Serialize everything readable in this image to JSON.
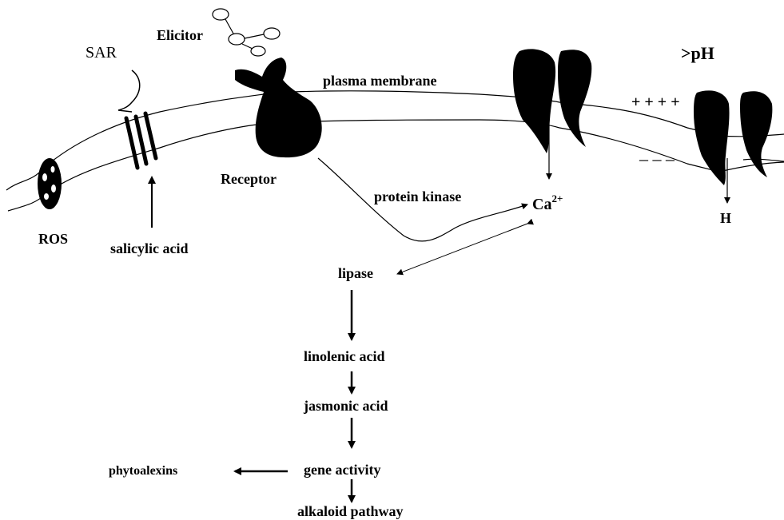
{
  "labels": {
    "elicitor": "Elicitor",
    "sar": "SAR",
    "plasma_membrane": "plasma membrane",
    "ph": ">pH",
    "plus_charges": "+ + + +",
    "minus_charges": "– – –",
    "receptor": "Receptor",
    "protein_kinase": "protein kinase",
    "calcium_base": "Ca",
    "calcium_sup": "2+",
    "hydrogen": "H",
    "ros": "ROS",
    "salicylic_acid": "salicylic acid",
    "lipase": "lipase",
    "linolenic_acid": "linolenic acid",
    "jasmonic_acid": "jasmonic acid",
    "gene_activity": "gene activity",
    "phytoalexins": "phytoalexins",
    "alkaloid_pathway": "alkaloid pathway"
  },
  "colors": {
    "ink": "#000000",
    "background": "#ffffff"
  }
}
